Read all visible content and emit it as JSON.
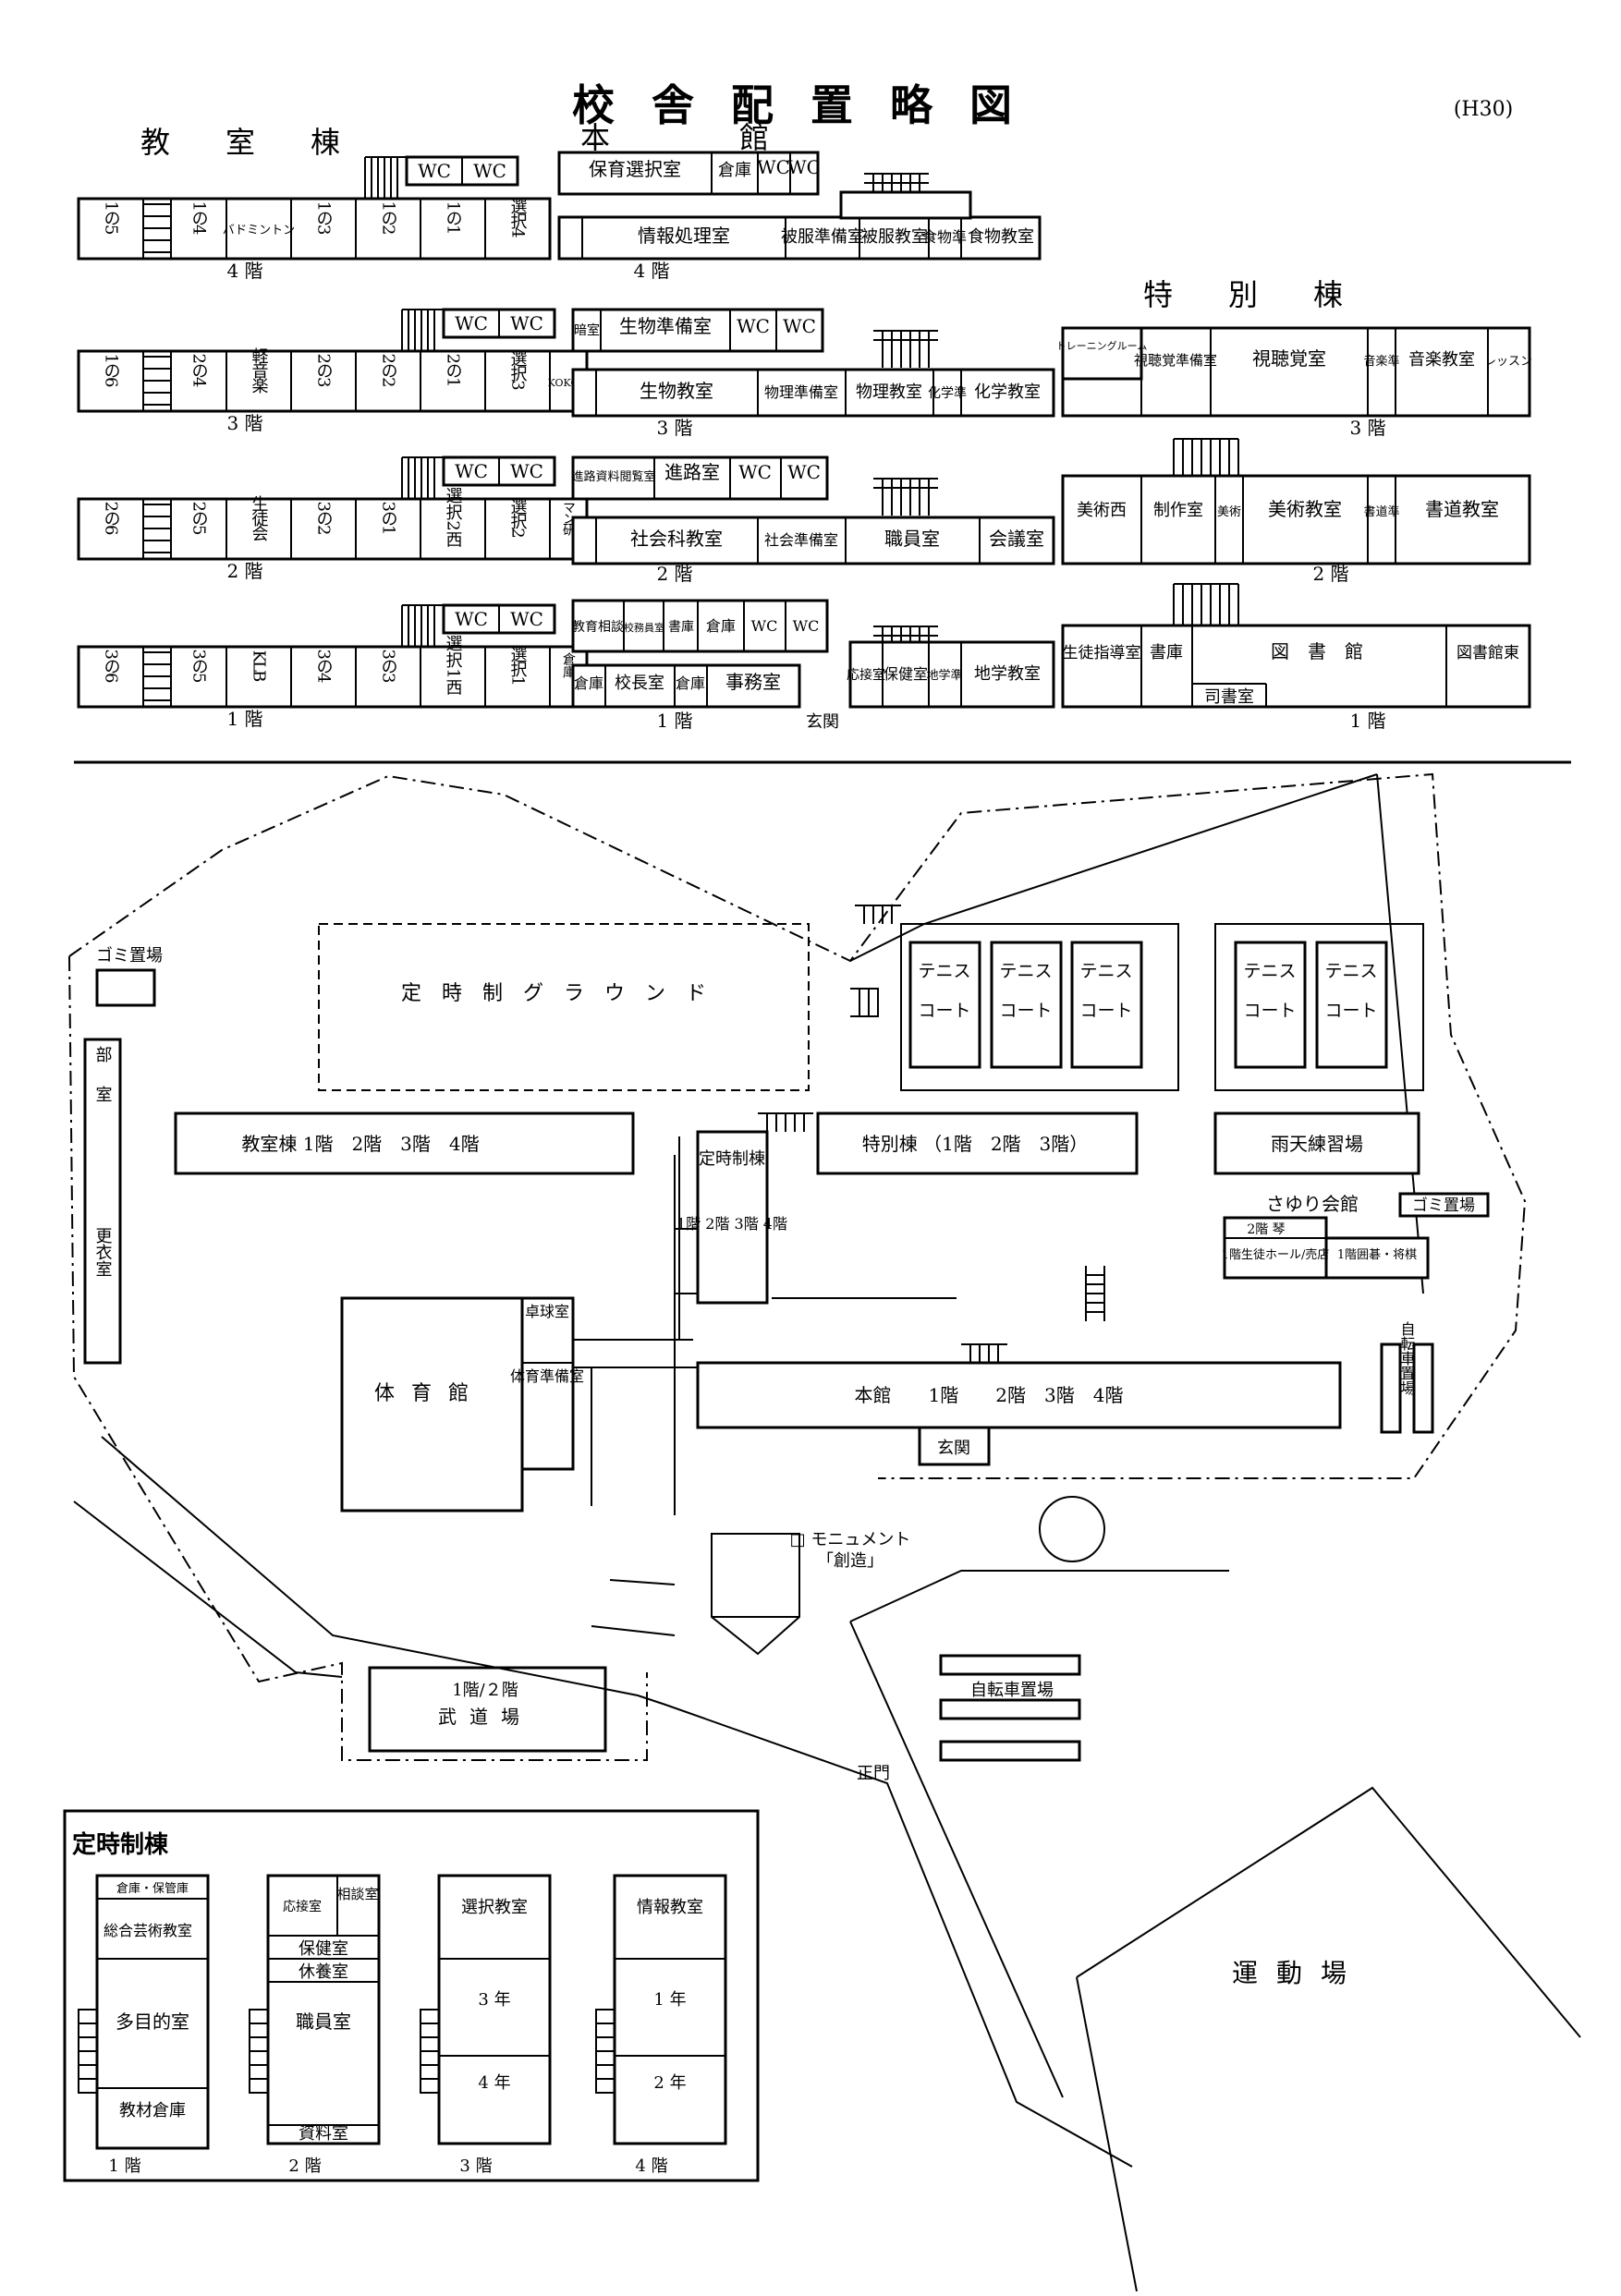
{
  "title": "校舎配置略図",
  "year": "(H30)",
  "headers": {
    "kyoshitsu": "教室棟",
    "honkan": "本館",
    "tokubetsu": "特別棟"
  },
  "floors": {
    "f4": "4 階",
    "f3": "3 階",
    "f2": "2 階",
    "f1": "1 階"
  },
  "kyoshitsu_rows": [
    [
      "1の5",
      "1の4",
      "バドミントン",
      "1の3",
      "1の2",
      "1の1",
      "選択4"
    ],
    [
      "1の6",
      "2の4",
      "軽音楽",
      "2の3",
      "2の2",
      "2の1",
      "選択3",
      "KOKO塾"
    ],
    [
      "2の6",
      "2の5",
      "生徒会",
      "3の2",
      "3の1",
      "選択2西",
      "選択2",
      "マン研"
    ],
    [
      "3の6",
      "3の5",
      "KLB",
      "3の4",
      "3の3",
      "選択1西",
      "選択1",
      "倉庫"
    ]
  ],
  "wc": "WC",
  "honkan_rooms": {
    "f4_top": [
      "保育選択室",
      "倉庫",
      "WC",
      "WC"
    ],
    "f4_bottom": [
      "情報処理室",
      "被服準備室",
      "被服教室",
      "食物準",
      "食物教室"
    ],
    "f3_top": [
      "暗室",
      "生物準備室",
      "WC",
      "WC"
    ],
    "f3_bottom": [
      "生物教室",
      "物理準備室",
      "物理教室",
      "化学準",
      "化学教室"
    ],
    "f2_top": [
      "進路資料閲覧室",
      "進路室",
      "WC",
      "WC"
    ],
    "f2_bottom": [
      "社会科教室",
      "社会準備室",
      "職員室",
      "会議室"
    ],
    "f1_top": [
      "教育相談",
      "校務員室",
      "書庫",
      "倉庫",
      "WC",
      "WC"
    ],
    "f1_bottom": [
      "倉庫",
      "校長室",
      "倉庫",
      "事務室",
      "応接室",
      "保健室",
      "地学準",
      "地学教室"
    ],
    "genkan": "玄関"
  },
  "tokubetsu_rooms": {
    "f3": [
      "トレーニングルーム",
      "視聴覚準備室",
      "視聴覚室",
      "音楽準",
      "音楽教室",
      "レッスン"
    ],
    "f2": [
      "美術西",
      "制作室",
      "美術",
      "美術教室",
      "書道準",
      "書道教室"
    ],
    "f1": [
      "生徒指導室",
      "書庫",
      "司書室",
      "図書館",
      "図書館東"
    ]
  },
  "map_labels": {
    "gomi1": "ゴミ置場",
    "teiji_ground": "定時制グラウンド",
    "tennis": "テニスコート",
    "bushitsu": "部室",
    "koishitsu": "更衣室",
    "kyoshitsu_bar": "教室棟 1階　2階　3階　4階",
    "tokubetsu_bar": "特別棟 （1階　2階　3階）",
    "uten": "雨天練習場",
    "sayuri": "さゆり会館",
    "gomi2": "ゴミ置場",
    "sayuri_f2": "2階 琴",
    "sayuri_f1": "1階生徒ホール/売店",
    "sayuri_go": "1階囲碁・将棋",
    "teiji_to": "定時制棟",
    "teiji_floors": "1階 2階 3階 4階",
    "takkyu": "卓球室",
    "taiiku_jun": "体育準備室",
    "taiikukan": "体育館",
    "honkan_bar": "本館　　1階　　2階　3階　4階",
    "genkan": "玄関",
    "jitensha1": "自転車置場",
    "monument": "□ モニュメント",
    "sozo": "「創造」",
    "budojo_floor": "1階/２階",
    "budojo": "武道場",
    "jitensha2": "自転車置場",
    "seimon": "正門",
    "undojo": "運動場"
  },
  "teiji_section": {
    "title": "定時制棟",
    "col1": [
      "倉庫・保管庫",
      "総合芸術教室",
      "多目的室",
      "教材倉庫"
    ],
    "col2": [
      "応接室",
      "相談室",
      "保健室",
      "休養室",
      "職員室",
      "資料室"
    ],
    "col3": [
      "選択教室",
      "3 年",
      "4 年"
    ],
    "col4": [
      "情報教室",
      "1 年",
      "2 年"
    ],
    "floors": [
      "1 階",
      "2 階",
      "3 階",
      "4 階"
    ]
  }
}
